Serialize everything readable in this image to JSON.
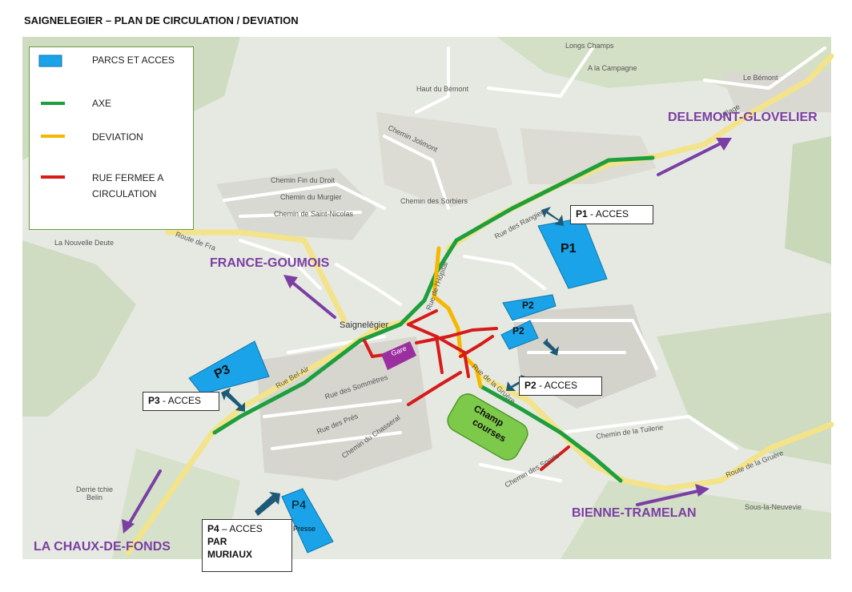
{
  "title": "SAIGNELEGIER – PLAN DE CIRCULATION / DEVIATION",
  "legend": {
    "parcs": "PARCS ET ACCES",
    "axe": "AXE",
    "deviation": "DEVIATION",
    "rue_fermee_1": "RUE FERMEE  A",
    "rue_fermee_2": "CIRCULATION"
  },
  "colors": {
    "axe": "#1e9e3c",
    "deviation": "#f5b800",
    "rue_fermee": "#d71a1a",
    "parc": "#1aa3e8",
    "arrow_parc": "#1e5a78",
    "arrow_dest": "#7b3fa3",
    "gare": "#9b2fa0",
    "champ": "#7dc94a"
  },
  "destinations": {
    "delemont": "DELEMONT-GLOVELIER",
    "france": "FRANCE-GOUMOIS",
    "chaux": "LA CHAUX-DE-FONDS",
    "bienne": "BIENNE-TRAMELAN"
  },
  "parks": {
    "p1": "P1",
    "p2a": "P2",
    "p2b": "P2",
    "p3": "P3",
    "p4": "P4",
    "p4_sub": "Presse",
    "gare": "Gare",
    "champ_1": "Champ",
    "champ_2": "courses"
  },
  "callouts": {
    "p1": {
      "code": "P1",
      "text": " - ACCES"
    },
    "p2": {
      "code": "P2",
      "text": " - ACCES"
    },
    "p3": {
      "code": "P3",
      "text": " - ACCES"
    },
    "p4": {
      "code": "P4",
      "text": " – ACCES",
      "line2": "PAR",
      "line3": "MURIAUX"
    }
  },
  "places": {
    "longs_champs": "Longs Champs",
    "a_la_campagne": "A la Campagne",
    "le_bemont": "Le Bémont",
    "haut_du_bemont": "Haut du Bémont",
    "chemin_jolimont": "Chemin Jolimont",
    "chemin_fin_du_droit": "Chemin Fin du Droit",
    "chemin_du_murgier": "Chemin du Murgier",
    "chemin_de_saint_nicolas": "Chemin de Saint-Nicolas",
    "chemin_des_sorbiers": "Chemin des Sorbiers",
    "rue_des_rangiers": "Rue des Rangiers",
    "route_de_france": "Route de Fra",
    "la_nouvelle_deute": "La Nouvelle Deute",
    "saignelegier": "Saignelégier",
    "rue_de_l_hopital": "Rue de l'Hôpital",
    "rue_bel_air": "Rue Bel-Air",
    "rue_des_sommetres": "Rue des Sommêtres",
    "rue_des_pres": "Rue des Prés",
    "chemin_du_chasseral": "Chemin du Chasseral",
    "rue_de_la_gruere": "Rue de la Gruère",
    "chemin_de_la_tuilerie": "Chemin de la Tuilerie",
    "chemin_des_sports": "Chemin des Sports",
    "route_de_la_gruere": "Route de la Gruère",
    "sous_la_neuvevie": "Sous-la-Neuvevie",
    "derrie_tchie_belin": "Derrie tchie Belin",
    "village": "Village"
  }
}
